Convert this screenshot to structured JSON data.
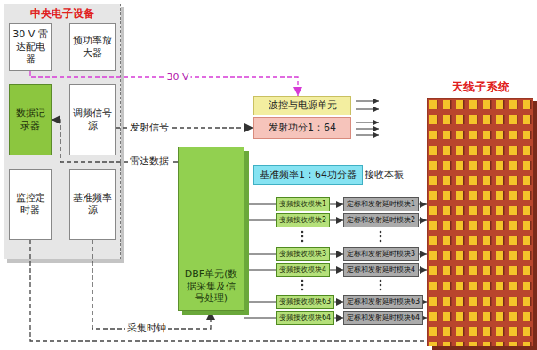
{
  "diagram": {
    "nodes": [
      {
        "text": [
          "中央电子设备"
        ]
      },
      {
        "text": [
          "30 V 雷达配电器"
        ],
        "in": 0
      },
      {
        "text": [
          "预功率放大器"
        ],
        "in": 0
      },
      {
        "text": [
          "数据记录器"
        ],
        "in": 0
      },
      {
        "text": [
          "调频信号源"
        ],
        "in": 0
      },
      {
        "text": [
          "监控定时器"
        ],
        "in": 0
      },
      {
        "text": [
          "基准频率源"
        ],
        "in": 0
      },
      {
        "text": [
          "DBF单元(数据采集及信号处理)"
        ]
      },
      {
        "text": [
          "波控与电源单元"
        ]
      },
      {
        "text": [
          "发射功分1：64"
        ]
      },
      {
        "text": [
          "基准频率1：64功分器"
        ]
      },
      {
        "text": [
          "天线子系统"
        ]
      },
      {
        "text": [
          "变频接收模块1"
        ]
      },
      {
        "text": [
          "定标和发射延时模块1"
        ]
      },
      {
        "text": [
          "变频接收模块2"
        ]
      },
      {
        "text": [
          "定标和发射延时模块2"
        ]
      },
      {
        "text": [
          "变频接收模块3"
        ]
      },
      {
        "text": [
          "定标和发射延时模块3"
        ]
      },
      {
        "text": [
          "变频接收模块4"
        ]
      },
      {
        "text": [
          "定标和发射延时模块4"
        ]
      },
      {
        "text": [
          "变频接收模块63"
        ]
      },
      {
        "text": [
          "定标和发射延时模块63"
        ]
      },
      {
        "text": [
          "变频接收模块64"
        ]
      },
      {
        "text": [
          "定标和发射延时模块64"
        ]
      }
    ],
    "edges": [
      {
        "from": 1,
        "to": 8,
        "label": "30 V",
        "arrow": "to"
      },
      {
        "from": 4,
        "to": 9,
        "label": "发射信号",
        "arrow": "to"
      },
      {
        "from": 7,
        "to": 3,
        "label": "雷达数据",
        "arrow": "to"
      },
      {
        "from": 6,
        "to": 7,
        "label": "采集时钟",
        "arrow": "to"
      },
      {
        "from": 5,
        "to": 11,
        "arrow": "none"
      },
      {
        "from": 7,
        "to": 12,
        "arrow": "none"
      },
      {
        "from": 7,
        "to": 14,
        "arrow": "none"
      },
      {
        "from": 7,
        "to": 16,
        "arrow": "none"
      },
      {
        "from": 7,
        "to": 18,
        "arrow": "none"
      },
      {
        "from": 7,
        "to": 20,
        "arrow": "none"
      },
      {
        "from": 7,
        "to": 22,
        "arrow": "none"
      },
      {
        "from": 12,
        "to": 13,
        "arrow": "to"
      },
      {
        "from": 14,
        "to": 15,
        "arrow": "to"
      },
      {
        "from": 16,
        "to": 17,
        "arrow": "to"
      },
      {
        "from": 18,
        "to": 19,
        "arrow": "to"
      },
      {
        "from": 20,
        "to": 21,
        "arrow": "to"
      },
      {
        "from": 22,
        "to": 23,
        "arrow": "to"
      },
      {
        "from": 13,
        "to": 11,
        "arrow": "to"
      },
      {
        "from": 15,
        "to": 11,
        "arrow": "to"
      },
      {
        "from": 17,
        "to": 11,
        "arrow": "to"
      },
      {
        "from": 19,
        "to": 11,
        "arrow": "to"
      },
      {
        "from": 21,
        "to": 11,
        "arrow": "to"
      },
      {
        "from": 23,
        "to": 11,
        "arrow": "to"
      }
    ],
    "labels": [
      "接收本振"
    ]
  }
}
